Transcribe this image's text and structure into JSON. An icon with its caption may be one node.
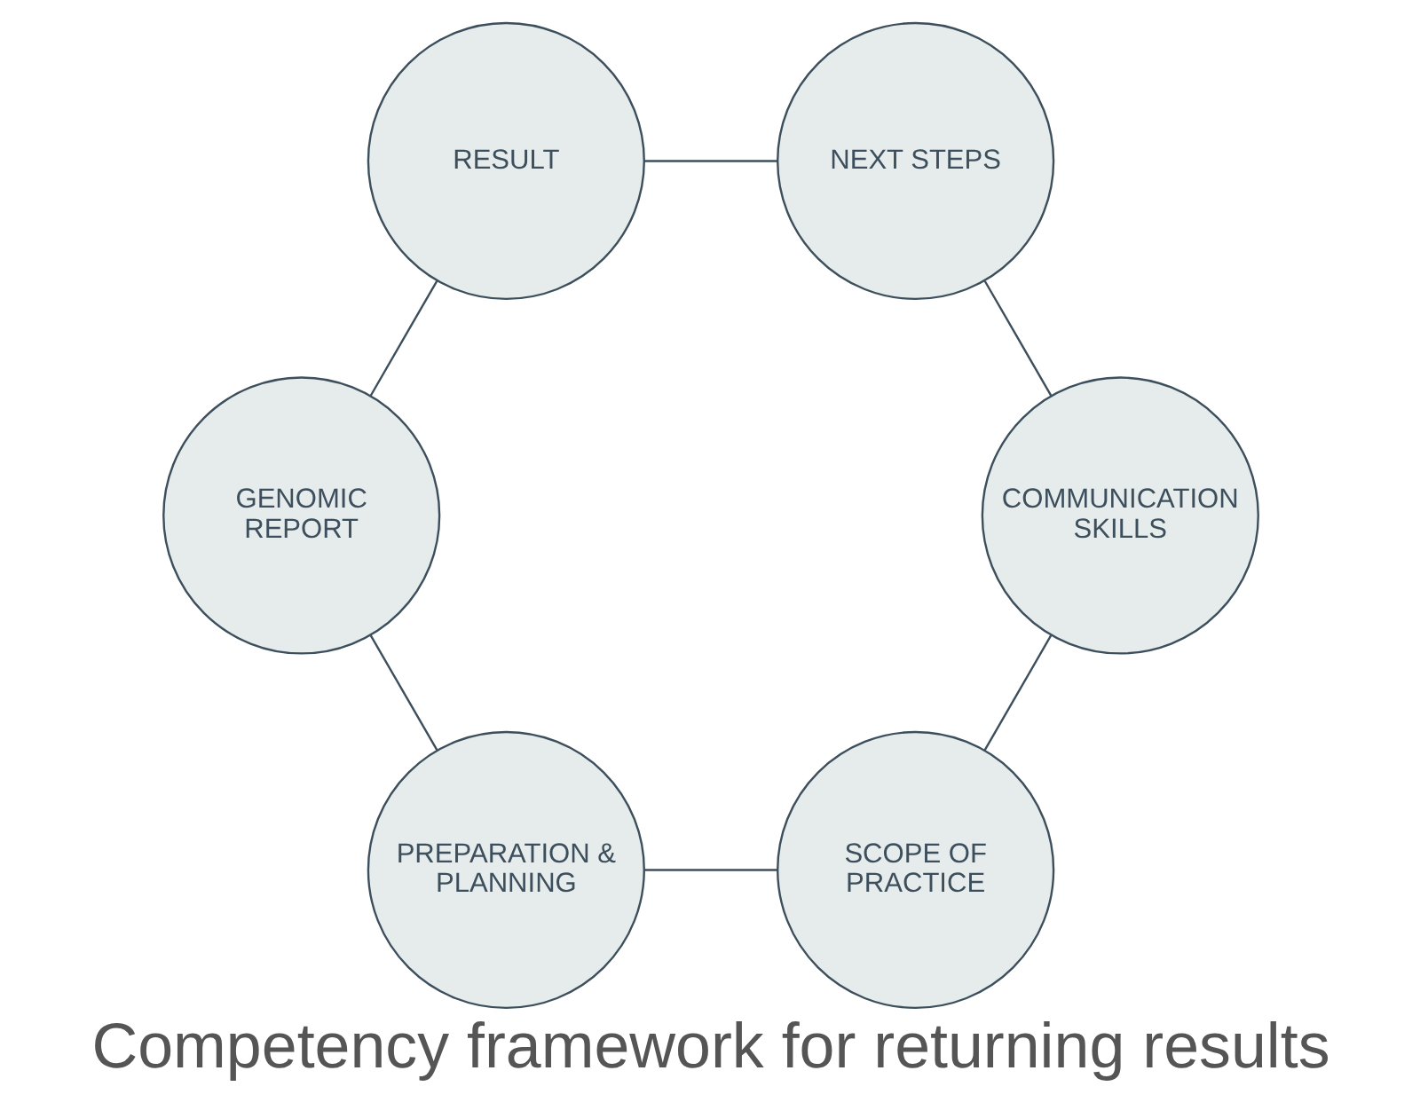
{
  "diagram": {
    "title": "Competency framework for returning results",
    "nodes": [
      {
        "text": [
          "SCOPE OF PRACTICE"
        ]
      },
      {
        "text": [
          "COMMUNICATION SKILLS"
        ]
      },
      {
        "text": [
          "PREPARATION & PLANNING"
        ]
      },
      {
        "text": [
          "NEXT STEPS"
        ]
      },
      {
        "text": [
          "GENOMIC REPORT"
        ]
      },
      {
        "text": [
          "RESULT"
        ]
      }
    ],
    "edges": [
      {
        "from": 0,
        "to": 2,
        "arrow": "none"
      },
      {
        "from": 2,
        "to": 4,
        "arrow": "none"
      },
      {
        "from": 4,
        "to": 5,
        "arrow": "none"
      },
      {
        "from": 5,
        "to": 3,
        "arrow": "none"
      },
      {
        "from": 3,
        "to": 1,
        "arrow": "none"
      },
      {
        "from": 1,
        "to": 0,
        "arrow": "none"
      }
    ]
  }
}
